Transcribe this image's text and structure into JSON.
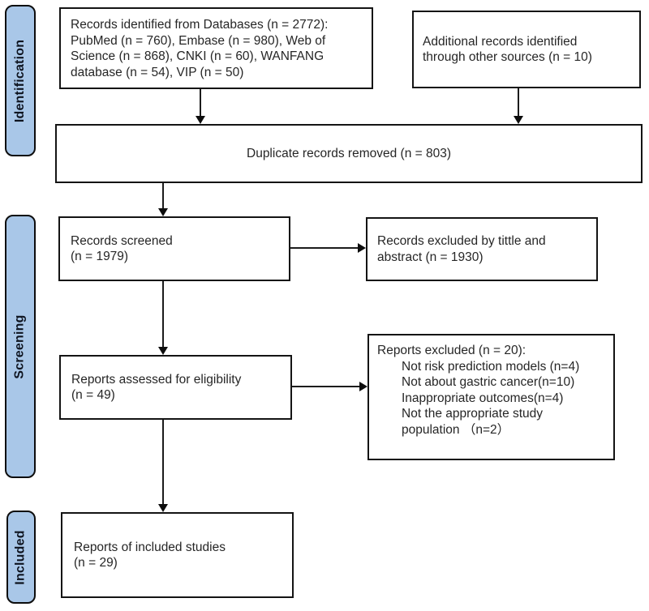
{
  "colors": {
    "stage_fill": "#a9c7e8",
    "box_border": "#141414",
    "arrow": "#0d0d0d",
    "text": "#262626",
    "background": "#ffffff"
  },
  "stages": [
    {
      "label": "Identification"
    },
    {
      "label": "Screening"
    },
    {
      "label": "Included"
    }
  ],
  "boxes": {
    "databases": {
      "lines": [
        "Records identified from Databases (n = 2772):",
        "PubMed (n = 760), Embase (n = 980), Web of",
        "Science (n = 868), CNKI (n = 60), WANFANG",
        "database (n = 54), VIP (n = 50)"
      ]
    },
    "other_sources": {
      "lines": [
        "Additional records identified",
        "through other sources (n = 10)"
      ]
    },
    "duplicates_removed": {
      "lines": [
        "Duplicate records removed (n = 803)"
      ]
    },
    "records_screened": {
      "lines": [
        "Records screened",
        "(n = 1979)"
      ]
    },
    "records_excluded": {
      "lines": [
        "Records excluded by tittle and",
        "abstract (n = 1930)"
      ]
    },
    "reports_assessed": {
      "lines": [
        "Reports assessed for eligibility",
        "(n = 49)"
      ]
    },
    "reports_excluded": {
      "heading": "Reports excluded (n = 20):",
      "items": [
        "Not risk prediction models (n=4)",
        "Not about gastric cancer(n=10)",
        "Inappropriate outcomes(n=4)",
        "Not the appropriate study",
        "population （n=2）"
      ]
    },
    "included_studies": {
      "lines": [
        "Reports of included studies",
        "(n = 29)"
      ]
    }
  }
}
